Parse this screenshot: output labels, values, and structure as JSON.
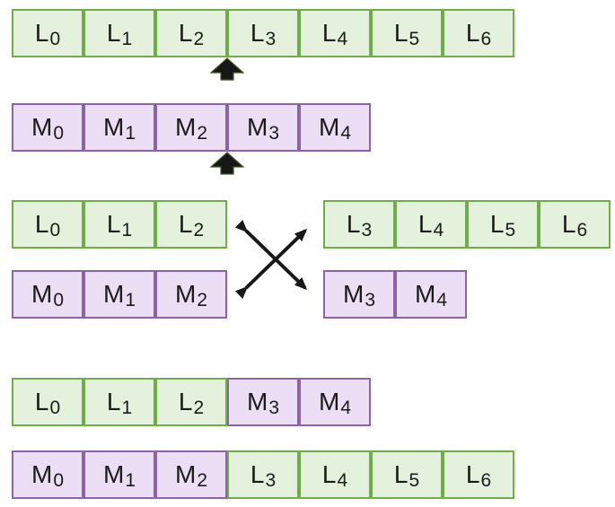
{
  "colors": {
    "background": "#ffffff",
    "green_fill": "#e4f1dc",
    "green_border": "#6fad47",
    "purple_fill": "#ecdef4",
    "purple_border": "#8a63a8",
    "arrow": "#171717",
    "arrow_outline": "#3d5a20"
  },
  "rows": {
    "l_full": {
      "cells": [
        {
          "base": "L",
          "sub": "0",
          "kind": "green"
        },
        {
          "base": "L",
          "sub": "1",
          "kind": "green"
        },
        {
          "base": "L",
          "sub": "2",
          "kind": "green"
        },
        {
          "base": "L",
          "sub": "3",
          "kind": "green"
        },
        {
          "base": "L",
          "sub": "4",
          "kind": "green"
        },
        {
          "base": "L",
          "sub": "5",
          "kind": "green"
        },
        {
          "base": "L",
          "sub": "6",
          "kind": "green"
        }
      ]
    },
    "m_full": {
      "cells": [
        {
          "base": "M",
          "sub": "0",
          "kind": "purple"
        },
        {
          "base": "M",
          "sub": "1",
          "kind": "purple"
        },
        {
          "base": "M",
          "sub": "2",
          "kind": "purple"
        },
        {
          "base": "M",
          "sub": "3",
          "kind": "purple"
        },
        {
          "base": "M",
          "sub": "4",
          "kind": "purple"
        }
      ]
    },
    "l_left": {
      "cells": [
        {
          "base": "L",
          "sub": "0",
          "kind": "green"
        },
        {
          "base": "L",
          "sub": "1",
          "kind": "green"
        },
        {
          "base": "L",
          "sub": "2",
          "kind": "green"
        }
      ]
    },
    "l_right": {
      "cells": [
        {
          "base": "L",
          "sub": "3",
          "kind": "green"
        },
        {
          "base": "L",
          "sub": "4",
          "kind": "green"
        },
        {
          "base": "L",
          "sub": "5",
          "kind": "green"
        },
        {
          "base": "L",
          "sub": "6",
          "kind": "green"
        }
      ]
    },
    "m_left": {
      "cells": [
        {
          "base": "M",
          "sub": "0",
          "kind": "purple"
        },
        {
          "base": "M",
          "sub": "1",
          "kind": "purple"
        },
        {
          "base": "M",
          "sub": "2",
          "kind": "purple"
        }
      ]
    },
    "m_right": {
      "cells": [
        {
          "base": "M",
          "sub": "3",
          "kind": "purple"
        },
        {
          "base": "M",
          "sub": "4",
          "kind": "purple"
        }
      ]
    },
    "merged_top": {
      "cells": [
        {
          "base": "L",
          "sub": "0",
          "kind": "green"
        },
        {
          "base": "L",
          "sub": "1",
          "kind": "green"
        },
        {
          "base": "L",
          "sub": "2",
          "kind": "green"
        },
        {
          "base": "M",
          "sub": "3",
          "kind": "purple"
        },
        {
          "base": "M",
          "sub": "4",
          "kind": "purple"
        }
      ]
    },
    "merged_bottom": {
      "cells": [
        {
          "base": "M",
          "sub": "0",
          "kind": "purple"
        },
        {
          "base": "M",
          "sub": "1",
          "kind": "purple"
        },
        {
          "base": "M",
          "sub": "2",
          "kind": "purple"
        },
        {
          "base": "L",
          "sub": "3",
          "kind": "green"
        },
        {
          "base": "L",
          "sub": "4",
          "kind": "green"
        },
        {
          "base": "L",
          "sub": "5",
          "kind": "green"
        },
        {
          "base": "L",
          "sub": "6",
          "kind": "green"
        }
      ]
    }
  }
}
